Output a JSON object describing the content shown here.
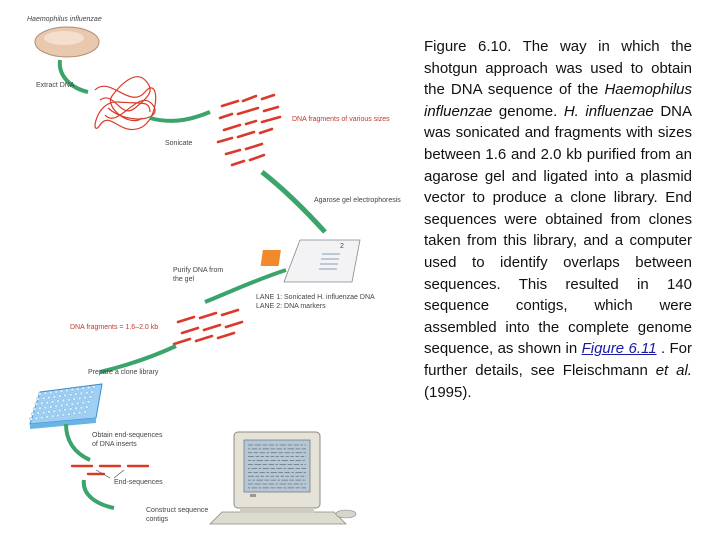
{
  "figure": {
    "organism_label": "Haemophilus influenzae",
    "steps": {
      "extract": "Extract DNA",
      "fragments": "DNA fragments of various sizes",
      "sonicate": "Sonicate",
      "agarose": "Agarose gel electrophoresis",
      "gel_number": "2",
      "purify_line1": "Purify DNA from",
      "purify_line2": "the gel",
      "lane1": "LANE 1: Sonicated H. influenzae DNA",
      "lane2": "LANE 2: DNA markers",
      "dna_fragments_size": "DNA fragments = 1.6–2.0 kb",
      "clone_library": "Prepare a clone library",
      "obtain_line1": "Obtain end-sequences",
      "obtain_line2": "of DNA inserts",
      "end_sequences": "End-sequences",
      "construct_line1": "Construct sequence",
      "construct_line2": "contigs"
    },
    "colors": {
      "dna_red": "#d93a2b",
      "arrow_green": "#3aa46a",
      "plate_blue": "#69b4e6",
      "petri": "#e8c9b0"
    }
  },
  "caption": {
    "p1": "Figure 6.10. The way in which the shotgun approach was used to obtain the DNA sequence of the ",
    "species1": "Haemophilus influenzae",
    "p2": " genome. ",
    "species2": "H. influenzae",
    "p3": " DNA was sonicated and fragments with sizes between 1.6 and 2.0 kb purified from an agarose gel and ligated into a plasmid vector to produce a clone library. End sequences were obtained from clones taken from this library, and a computer used to identify overlaps between sequences. This resulted in 140 sequence contigs, which were assembled into the complete genome sequence, as shown in ",
    "link": "Figure 6.11",
    "p4": " . For further details, see Fleischmann ",
    "etal": "et al.",
    "p5": " (1995)."
  }
}
